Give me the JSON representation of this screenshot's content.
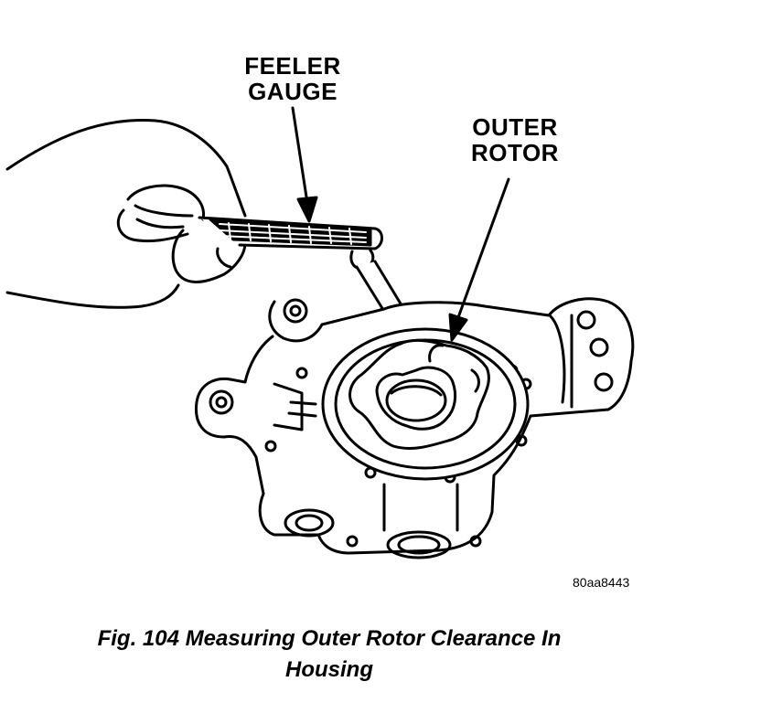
{
  "labels": {
    "feeler_gauge_line1": "FEELER",
    "feeler_gauge_line2": "GAUGE",
    "outer_rotor_line1": "OUTER",
    "outer_rotor_line2": "ROTOR"
  },
  "figure_code": "80aa8443",
  "caption": {
    "line1": "Fig. 104 Measuring Outer Rotor Clearance In",
    "line2": "Housing"
  },
  "colors": {
    "ink": "#000000",
    "paper": "#ffffff"
  }
}
